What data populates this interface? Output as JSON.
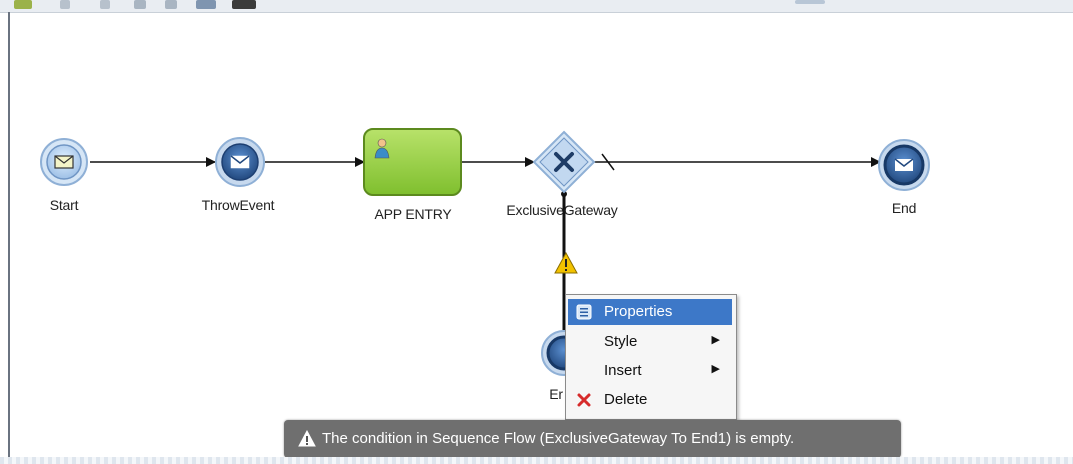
{
  "toolbar": {
    "icons": [
      "toolbar-icon",
      "toolbar-icon",
      "toolbar-icon",
      "toolbar-icon",
      "toolbar-icon",
      "toolbar-icon"
    ]
  },
  "process": {
    "nodes": {
      "start": "Start",
      "throw_event": "ThrowEvent",
      "app_entry": "APP ENTRY",
      "exclusive_gateway": "ExclusiveGateway",
      "end": "End",
      "end1_partial": "Er"
    }
  },
  "context_menu": {
    "items": [
      {
        "label": "Properties",
        "icon": "properties-icon",
        "selected": true
      },
      {
        "label": "Style",
        "submenu": true
      },
      {
        "label": "Insert",
        "submenu": true
      },
      {
        "label": "Delete",
        "icon": "delete-x-icon"
      }
    ],
    "submenu_arrow": "▶"
  },
  "tooltip": {
    "text": "The condition in Sequence Flow (ExclusiveGateway To End1) is empty.",
    "icon": "warning-icon"
  },
  "colors": {
    "selection": "#3d78c8",
    "task_fill": "#8cc63f",
    "event_blue": "#2c5aa0",
    "tooltip_bg": "#6f6f6f",
    "warning": "#f2c200"
  }
}
